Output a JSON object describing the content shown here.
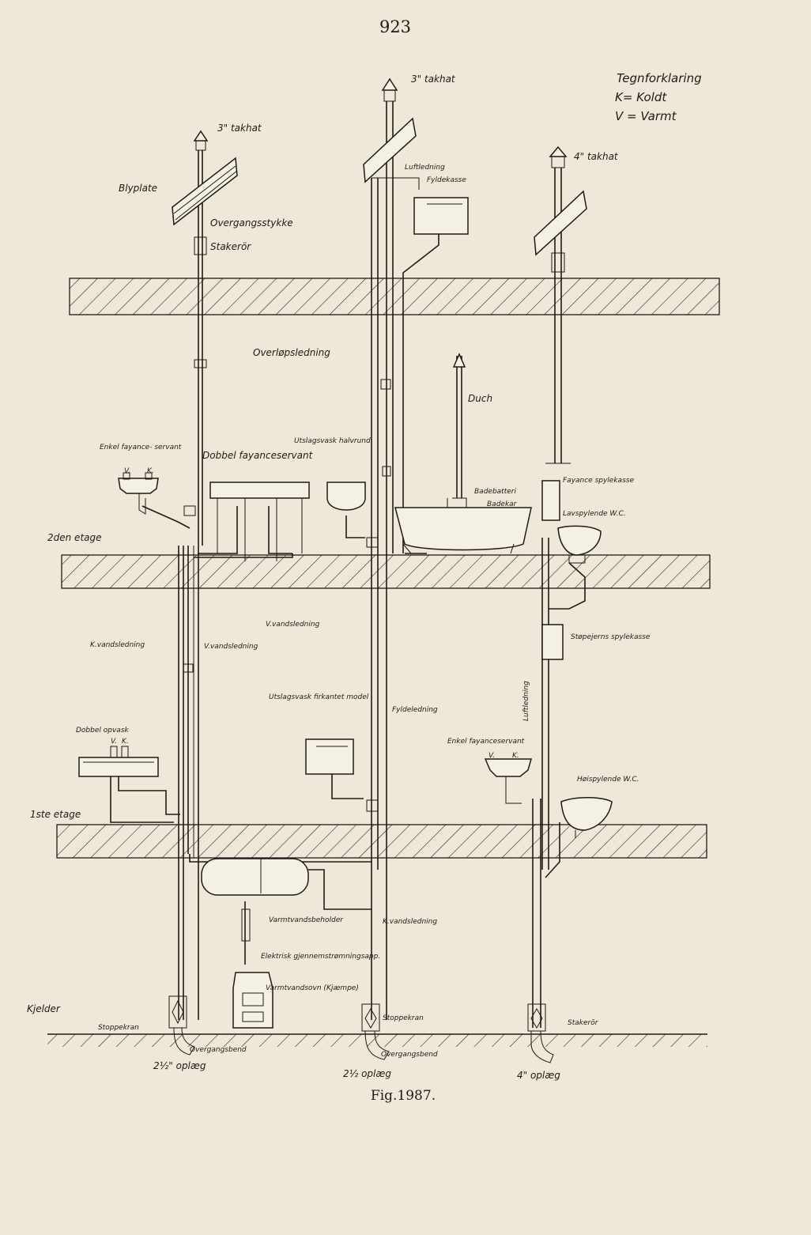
{
  "page": {
    "number": "923",
    "caption": "Fig.1987."
  },
  "legend": {
    "title": "Tegnforklaring",
    "k": "K= Koldt",
    "v": "V = Varmt"
  },
  "floors": {
    "second": "2den etage",
    "first": "1ste etage",
    "basement": "Kjelder"
  },
  "left_stack": {
    "roof_hat": "3\" takhat",
    "lead_plate": "Blyplate",
    "transition": "Overgangsstykke",
    "cleanout": "Stakerör",
    "sink_single": "Enkel fayance- servant",
    "sink_double": "Dobbel fayanceservant",
    "cold_line": "K.vandsledning",
    "warm_line": "V.vandsledning",
    "wash_double": "Dobbel opvask",
    "stop_valve": "Stoppekran",
    "bend": "Overgangsbend",
    "outlet": "2½\" oplæg"
  },
  "middle_stack": {
    "roof_hat": "3\" takhat",
    "air_line": "Luftledning",
    "fill_tank": "Fyldekasse",
    "overflow": "Overløpsledning",
    "slop_round": "Utslagsvask halvrund",
    "warm_line": "V.vandsledning",
    "slop_square": "Utslagsvask firkantet model",
    "fill_line": "Fyldeledning",
    "heater_tank": "Varmtvandsbeholder",
    "cold_line": "K.vandsledning",
    "flow_heater": "Elektrisk gjennemstrømningsapp.",
    "stove": "Varmtvandsovn (Kjæmpe)",
    "stop_valve": "Stoppekran",
    "bend": "Overgangsbend",
    "outlet": "2½ oplæg"
  },
  "right_stack": {
    "roof_hat": "4\" takhat",
    "shower": "Duch",
    "bath_mixer": "Badebatteri",
    "bathtub": "Badekar",
    "flush_tank": "Fayance spylekasse",
    "wc_low": "Lavspylende W.C.",
    "iron_tank": "Støpejerns spylekasse",
    "air_line": "Luftledning",
    "sink_single": "Enkel fayanceservant",
    "wc_high": "Høispylende W.C.",
    "cleanout": "Stakerör",
    "outlet": "4\" oplæg"
  },
  "valve_letters": {
    "v": "V.",
    "k": "K."
  }
}
